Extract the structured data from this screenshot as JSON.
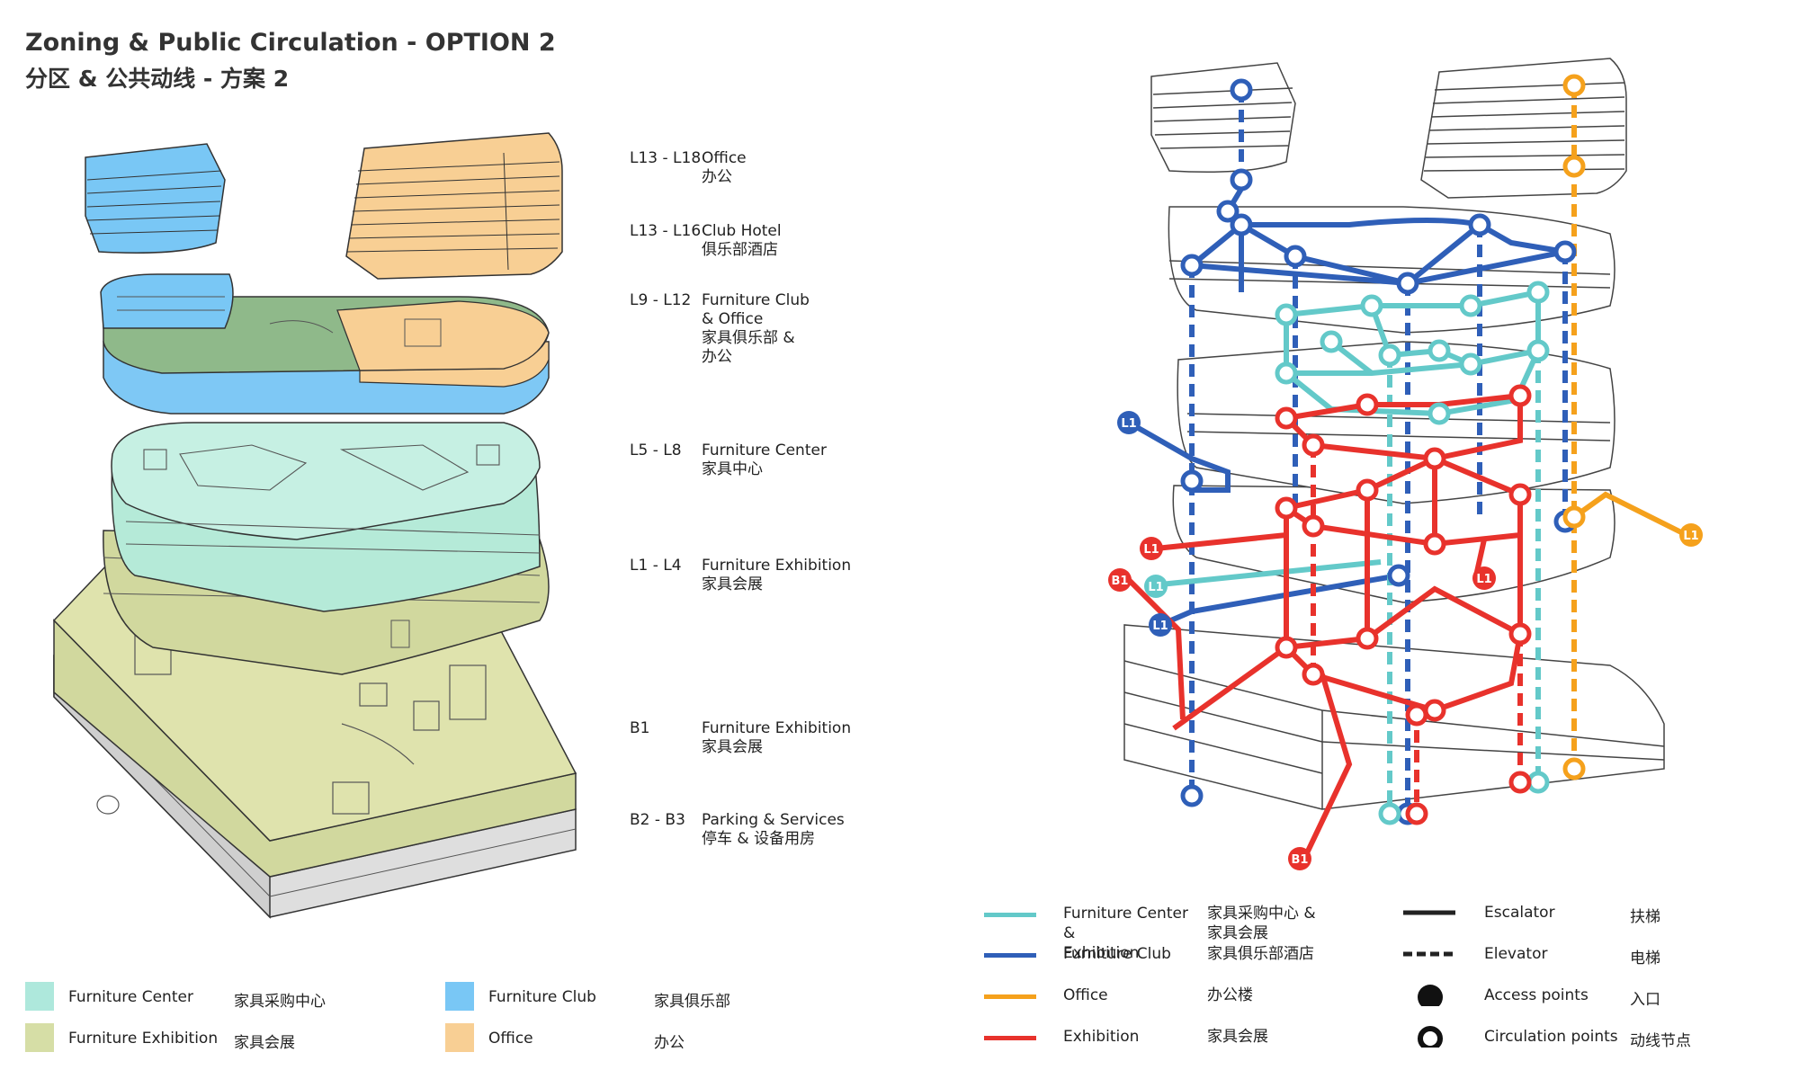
{
  "title": {
    "en": "Zoning & Public Circulation - OPTION 2",
    "cn": "分区 & 公共动线 - 方案 2"
  },
  "levels": [
    {
      "code": "L13 - L18",
      "desc": "Office\n办公"
    },
    {
      "code": "L13 - L16",
      "desc": "Club Hotel\n俱乐部酒店"
    },
    {
      "code": "L9 - L12",
      "desc": "Furniture Club\n& Office\n家具俱乐部 &\n办公"
    },
    {
      "code": "L5 - L8",
      "desc": "Furniture Center\n家具中心"
    },
    {
      "code": "L1 - L4",
      "desc": "Furniture  Exhibition\n家具会展"
    },
    {
      "code": "B1",
      "desc": "Furniture  Exhibition\n家具会展"
    },
    {
      "code": "B2 - B3",
      "desc": "Parking & Services\n停车 & 设备用房"
    }
  ],
  "zoning_legend": [
    {
      "en": "Furniture Center",
      "cn": "家具采购中心",
      "color": "#aee8dc"
    },
    {
      "en": "Furniture Club",
      "cn": "家具俱乐部",
      "color": "#79c7f5"
    },
    {
      "en": "Furniture Exhibition",
      "cn": "家具会展",
      "color": "#d6dea6"
    },
    {
      "en": "Office",
      "cn": "办公",
      "color": "#f8cf94"
    }
  ],
  "circulation_legend": [
    {
      "en": "Furniture Center &\nExhibition",
      "cn": "家具采购中心 &\n家具会展",
      "color": "#63c9c9"
    },
    {
      "en": "Furniture Club",
      "cn": "家具俱乐部酒店",
      "color": "#2f5fb8"
    },
    {
      "en": "Office",
      "cn": "办公楼",
      "color": "#f5a11c"
    },
    {
      "en": "Exhibition",
      "cn": "家具会展",
      "color": "#e8322c"
    }
  ],
  "symbol_legend": [
    {
      "en": "Escalator",
      "cn": "扶梯",
      "symbol": "solid-line"
    },
    {
      "en": "Elevator",
      "cn": "电梯",
      "symbol": "dashed-line"
    },
    {
      "en": "Access points",
      "cn": "入口",
      "symbol": "filled-dot"
    },
    {
      "en": "Circulation points",
      "cn": "动线节点",
      "symbol": "ring"
    }
  ],
  "access_labels": {
    "club_l1_top": "L1",
    "club_l1_low": "L1",
    "center_l1": "L1",
    "exh_l1_left": "L1",
    "exh_b1_left": "B1",
    "exh_l1_right": "L1",
    "exh_b1_bottom": "B1",
    "office_l1": "L1"
  },
  "colors": {
    "center": "#63c9c9",
    "club": "#2f5fb8",
    "office": "#f5a11c",
    "exhibition": "#e8322c"
  }
}
